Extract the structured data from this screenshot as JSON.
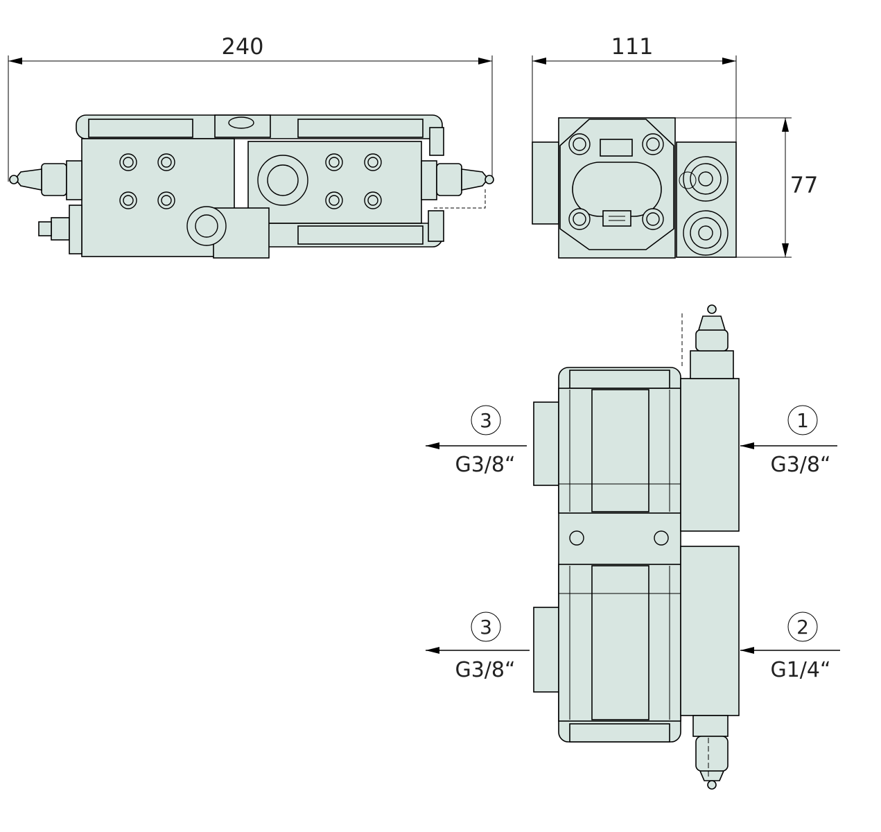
{
  "dimensions": {
    "length": "240",
    "width": "111",
    "height": "77"
  },
  "ports": [
    {
      "number": "1",
      "thread": "G3/8“"
    },
    {
      "number": "2",
      "thread": "G1/4“"
    },
    {
      "number": "3",
      "thread": "G3/8“"
    },
    {
      "number": "3",
      "thread": "G3/8“"
    }
  ],
  "colors": {
    "body_fill": "#d8e6e1",
    "outline": "#000000"
  }
}
